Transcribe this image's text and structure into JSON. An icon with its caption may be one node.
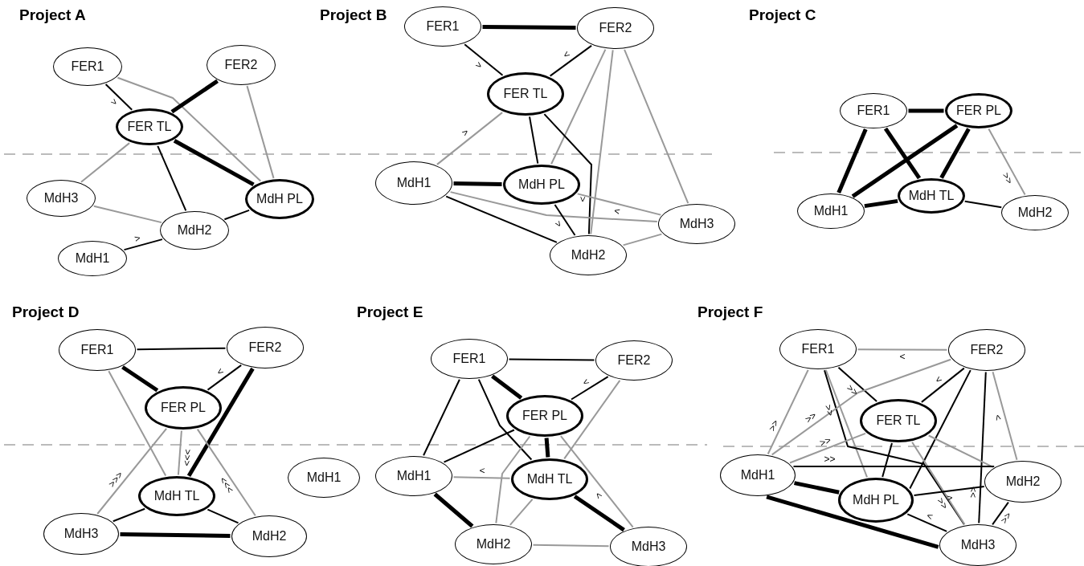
{
  "diagram": {
    "nodes": [
      {
        "text": [
          "FER1"
        ]
      },
      {
        "text": [
          "FER2"
        ]
      },
      {
        "text": [
          "FER TL"
        ]
      },
      {
        "text": [
          "MdH3"
        ]
      },
      {
        "text": [
          "MdH PL"
        ]
      },
      {
        "text": [
          "MdH2"
        ]
      },
      {
        "text": [
          "MdH1"
        ]
      },
      {
        "text": [
          "FER1"
        ]
      },
      {
        "text": [
          "FER2"
        ]
      },
      {
        "text": [
          "FER TL"
        ]
      },
      {
        "text": [
          "MdH1"
        ]
      },
      {
        "text": [
          "MdH PL"
        ]
      },
      {
        "text": [
          "MdH3"
        ]
      },
      {
        "text": [
          "MdH2"
        ]
      },
      {
        "text": [
          "FER1"
        ]
      },
      {
        "text": [
          "FER PL"
        ]
      },
      {
        "text": [
          "MdH TL"
        ]
      },
      {
        "text": [
          "MdH1"
        ]
      },
      {
        "text": [
          "MdH2"
        ]
      },
      {
        "text": [
          "FER1"
        ]
      },
      {
        "text": [
          "FER2"
        ]
      },
      {
        "text": [
          "FER PL"
        ]
      },
      {
        "text": [
          "MdH1"
        ]
      },
      {
        "text": [
          "MdH TL"
        ]
      },
      {
        "text": [
          "MdH3"
        ]
      },
      {
        "text": [
          "MdH2"
        ]
      },
      {
        "text": [
          "FER1"
        ]
      },
      {
        "text": [
          "FER2"
        ]
      },
      {
        "text": [
          "FER PL"
        ]
      },
      {
        "text": [
          "MdH1"
        ]
      },
      {
        "text": [
          "MdH TL"
        ]
      },
      {
        "text": [
          "MdH2"
        ]
      },
      {
        "text": [
          "MdH3"
        ]
      },
      {
        "text": [
          "FER1"
        ]
      },
      {
        "text": [
          "FER2"
        ]
      },
      {
        "text": [
          "FER TL"
        ]
      },
      {
        "text": [
          "MdH1"
        ]
      },
      {
        "text": [
          "MdH2"
        ]
      },
      {
        "text": [
          "MdH PL"
        ]
      },
      {
        "text": [
          "MdH3"
        ]
      }
    ],
    "edges": [
      {
        "from": 0,
        "to": 2,
        "arrow": "none",
        "label": ">"
      },
      {
        "from": 0,
        "to": 4,
        "arrow": "none",
        "color": "#999999"
      },
      {
        "from": 1,
        "to": 2,
        "arrow": "none",
        "style": "thick"
      },
      {
        "from": 1,
        "to": 4,
        "arrow": "none",
        "color": "#999999"
      },
      {
        "from": 2,
        "to": 4,
        "arrow": "none",
        "style": "thick"
      },
      {
        "from": 2,
        "to": 3,
        "arrow": "none",
        "color": "#999999"
      },
      {
        "from": 2,
        "to": 5,
        "arrow": "none"
      },
      {
        "from": 3,
        "to": 5,
        "arrow": "none",
        "color": "#999999"
      },
      {
        "from": 5,
        "to": 4,
        "arrow": "none"
      },
      {
        "from": 6,
        "to": 5,
        "arrow": "none",
        "label": ">"
      },
      {
        "from": 7,
        "to": 8,
        "arrow": "none",
        "style": "thick"
      },
      {
        "from": 7,
        "to": 9,
        "arrow": "none",
        "label": ">"
      },
      {
        "from": 8,
        "to": 9,
        "arrow": "none",
        "label": "<"
      },
      {
        "from": 8,
        "to": 11,
        "arrow": "none",
        "color": "#999999"
      },
      {
        "from": 8,
        "to": 13,
        "arrow": "none",
        "color": "#999999"
      },
      {
        "from": 8,
        "to": 12,
        "arrow": "none",
        "color": "#999999"
      },
      {
        "from": 9,
        "to": 10,
        "arrow": "none",
        "color": "#999999",
        "label": ">"
      },
      {
        "from": 9,
        "to": 11,
        "arrow": "none"
      },
      {
        "from": 9,
        "to": 13,
        "arrow": "none",
        "label": "<"
      },
      {
        "from": 10,
        "to": 11,
        "arrow": "none",
        "style": "thick"
      },
      {
        "from": 10,
        "to": 12,
        "arrow": "none",
        "color": "#999999"
      },
      {
        "from": 10,
        "to": 13,
        "arrow": "none"
      },
      {
        "from": 11,
        "to": 12,
        "arrow": "none",
        "color": "#999999",
        "label": "<"
      },
      {
        "from": 11,
        "to": 13,
        "arrow": "none",
        "label": ">"
      },
      {
        "from": 13,
        "to": 12,
        "arrow": "none",
        "color": "#999999"
      },
      {
        "from": 14,
        "to": 15,
        "arrow": "none",
        "style": "thick"
      },
      {
        "from": 14,
        "to": 17,
        "arrow": "none",
        "style": "thick"
      },
      {
        "from": 14,
        "to": 16,
        "arrow": "none",
        "style": "thick"
      },
      {
        "from": 15,
        "to": 17,
        "arrow": "none",
        "style": "thick"
      },
      {
        "from": 15,
        "to": 16,
        "arrow": "none",
        "style": "thick"
      },
      {
        "from": 15,
        "to": 18,
        "arrow": "none",
        "color": "#999999",
        "label": ">>"
      },
      {
        "from": 17,
        "to": 16,
        "arrow": "none",
        "style": "thick"
      },
      {
        "from": 16,
        "to": 18,
        "arrow": "none"
      },
      {
        "from": 19,
        "to": 20,
        "arrow": "none"
      },
      {
        "from": 19,
        "to": 21,
        "arrow": "none",
        "style": "thick"
      },
      {
        "from": 19,
        "to": 23,
        "arrow": "none",
        "color": "#999999"
      },
      {
        "from": 20,
        "to": 21,
        "arrow": "none",
        "label": "<"
      },
      {
        "from": 20,
        "to": 23,
        "arrow": "none",
        "style": "thick"
      },
      {
        "from": 21,
        "to": 24,
        "arrow": "none",
        "color": "#999999",
        "label": ">>>"
      },
      {
        "from": 21,
        "to": 23,
        "arrow": "none",
        "color": "#999999",
        "label": "<<<"
      },
      {
        "from": 21,
        "to": 25,
        "arrow": "none",
        "color": "#999999",
        "label": "<<<"
      },
      {
        "from": 23,
        "to": 24,
        "arrow": "none"
      },
      {
        "from": 23,
        "to": 25,
        "arrow": "none"
      },
      {
        "from": 24,
        "to": 25,
        "arrow": "none",
        "style": "thick"
      },
      {
        "from": 26,
        "to": 27,
        "arrow": "none"
      },
      {
        "from": 26,
        "to": 28,
        "arrow": "none",
        "style": "thick"
      },
      {
        "from": 26,
        "to": 29,
        "arrow": "none"
      },
      {
        "from": 26,
        "to": 30,
        "arrow": "none"
      },
      {
        "from": 27,
        "to": 28,
        "arrow": "none",
        "label": "<"
      },
      {
        "from": 27,
        "to": 30,
        "arrow": "none",
        "color": "#999999"
      },
      {
        "from": 28,
        "to": 30,
        "arrow": "none",
        "style": "thick"
      },
      {
        "from": 28,
        "to": 29,
        "arrow": "none"
      },
      {
        "from": 28,
        "to": 31,
        "arrow": "none",
        "color": "#999999"
      },
      {
        "from": 28,
        "to": 32,
        "arrow": "none",
        "color": "#999999",
        "label": "<"
      },
      {
        "from": 30,
        "to": 29,
        "arrow": "none",
        "color": "#999999",
        "label": "<"
      },
      {
        "from": 30,
        "to": 31,
        "arrow": "none",
        "color": "#999999"
      },
      {
        "from": 30,
        "to": 32,
        "arrow": "none",
        "style": "thick"
      },
      {
        "from": 29,
        "to": 31,
        "arrow": "none",
        "style": "thick"
      },
      {
        "from": 31,
        "to": 32,
        "arrow": "none",
        "color": "#999999"
      },
      {
        "from": 33,
        "to": 34,
        "arrow": "none",
        "color": "#999999",
        "label": "<"
      },
      {
        "from": 33,
        "to": 36,
        "arrow": "none",
        "color": "#999999",
        "label": ">>"
      },
      {
        "from": 33,
        "to": 38,
        "arrow": "none",
        "color": "#999999"
      },
      {
        "from": 33,
        "to": 35,
        "arrow": "none",
        "label": ">>"
      },
      {
        "from": 33,
        "to": 39,
        "arrow": "none",
        "label": ">>"
      },
      {
        "from": 34,
        "to": 35,
        "arrow": "none",
        "label": "<"
      },
      {
        "from": 34,
        "to": 36,
        "arrow": "none",
        "color": "#999999",
        "label": ">>"
      },
      {
        "from": 34,
        "to": 38,
        "arrow": "none"
      },
      {
        "from": 34,
        "to": 39,
        "arrow": "none",
        "label": ">>"
      },
      {
        "from": 34,
        "to": 37,
        "arrow": "none",
        "color": "#999999",
        "label": "<"
      },
      {
        "from": 35,
        "to": 36,
        "arrow": "none",
        "color": "#999999",
        "label": ">>"
      },
      {
        "from": 35,
        "to": 38,
        "arrow": "none"
      },
      {
        "from": 35,
        "to": 37,
        "arrow": "none",
        "color": "#999999"
      },
      {
        "from": 35,
        "to": 39,
        "arrow": "none",
        "color": "#999999",
        "label": ">>"
      },
      {
        "from": 36,
        "to": 37,
        "arrow": "none",
        "label": ">>"
      },
      {
        "from": 36,
        "to": 38,
        "arrow": "none",
        "style": "thick"
      },
      {
        "from": 36,
        "to": 39,
        "arrow": "none",
        "style": "thick"
      },
      {
        "from": 38,
        "to": 37,
        "arrow": "none",
        "label": ">"
      },
      {
        "from": 38,
        "to": 39,
        "arrow": "none",
        "label": "<"
      },
      {
        "from": 37,
        "to": 39,
        "arrow": "none",
        "label": ">>"
      }
    ],
    "labels": [
      "Project A",
      "Project B",
      "Project C",
      "Project D",
      "Project E",
      "Project F"
    ]
  }
}
